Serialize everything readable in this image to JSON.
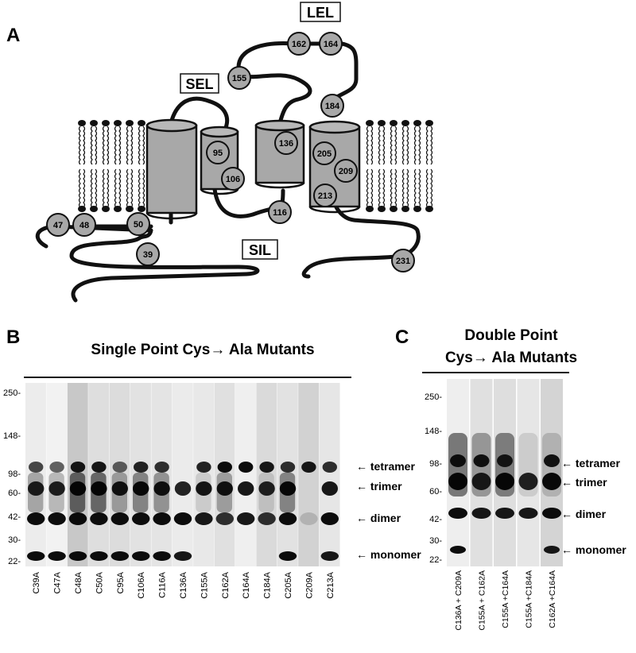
{
  "panel_a": {
    "letter": "A",
    "loops": {
      "lel": "LEL",
      "sel": "SEL",
      "sil": "SIL"
    },
    "residues": [
      "162",
      "164",
      "155",
      "184",
      "95",
      "106",
      "136",
      "205",
      "209",
      "213",
      "116",
      "47",
      "48",
      "50",
      "39",
      "231"
    ]
  },
  "panel_b": {
    "letter": "B",
    "title": "Single Point Cys→ Ala Mutants",
    "mw_markers": [
      "250-",
      "148-",
      "98-",
      "60-",
      "42-",
      "30-",
      "22-"
    ],
    "band_labels": [
      "← tetramer",
      "← trimer",
      "← dimer",
      "← monomer"
    ],
    "lanes": [
      "C39A",
      "C47A",
      "C48A",
      "C50A",
      "C95A",
      "C106A",
      "C116A",
      "C136A",
      "C155A",
      "C162A",
      "C164A",
      "C184A",
      "C205A",
      "C209A",
      "C213A"
    ]
  },
  "panel_c": {
    "letter": "C",
    "title_line1": "Double Point",
    "title_line2": "Cys→ Ala Mutants",
    "mw_markers": [
      "250-",
      "148-",
      "98-",
      "60-",
      "42-",
      "30-",
      "22-"
    ],
    "band_labels": [
      "← tetramer",
      "← trimer",
      "← dimer",
      "← monomer"
    ],
    "lanes": [
      "C136A + C209A",
      "C155A + C162A",
      "C155A +C164A",
      "C155A +C184A",
      "C162A +C164A"
    ]
  }
}
